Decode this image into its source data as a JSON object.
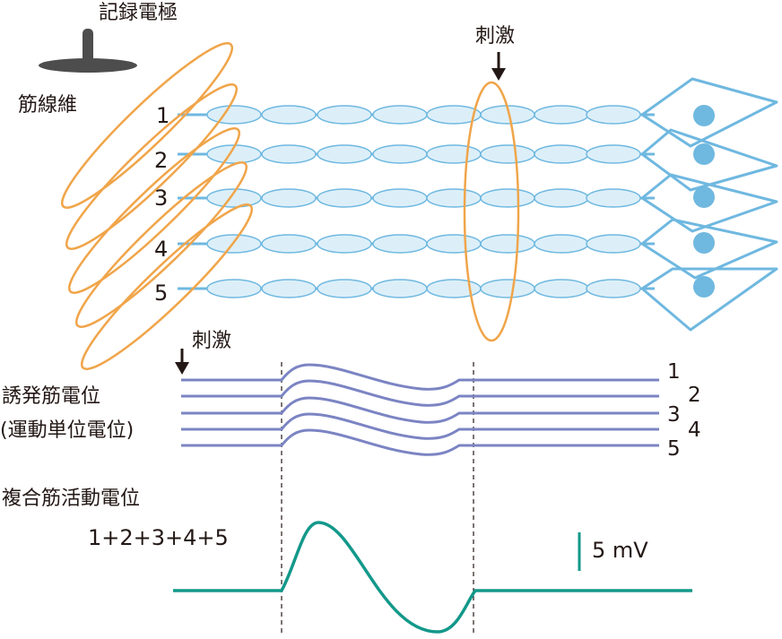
{
  "labels": {
    "recording_electrode": "記録電極",
    "muscle_fiber": "筋線維",
    "stimulus_top": "刺激",
    "stimulus_bottom": "刺激",
    "evoked_potential_line1": "誘発筋電位",
    "evoked_potential_line2": "(運動単位電位)",
    "compound_potential": "複合筋活動電位",
    "sum_formula": "1+2+3+4+5",
    "scale_bar": "5 mV"
  },
  "fibers": [
    {
      "number": "1"
    },
    {
      "number": "2"
    },
    {
      "number": "3"
    },
    {
      "number": "4"
    },
    {
      "number": "5"
    }
  ],
  "trace_numbers": [
    "1",
    "2",
    "3",
    "4",
    "5"
  ],
  "colors": {
    "fiber_stroke": "#6fb8e0",
    "fiber_fill": "#dceff9",
    "motor_neuron": "#6fb8e0",
    "electrode_loop": "#f0a54a",
    "trace": "#7b84c3",
    "compound_trace": "#13988a",
    "text": "#231815",
    "electrode": "#4d4d4d"
  }
}
